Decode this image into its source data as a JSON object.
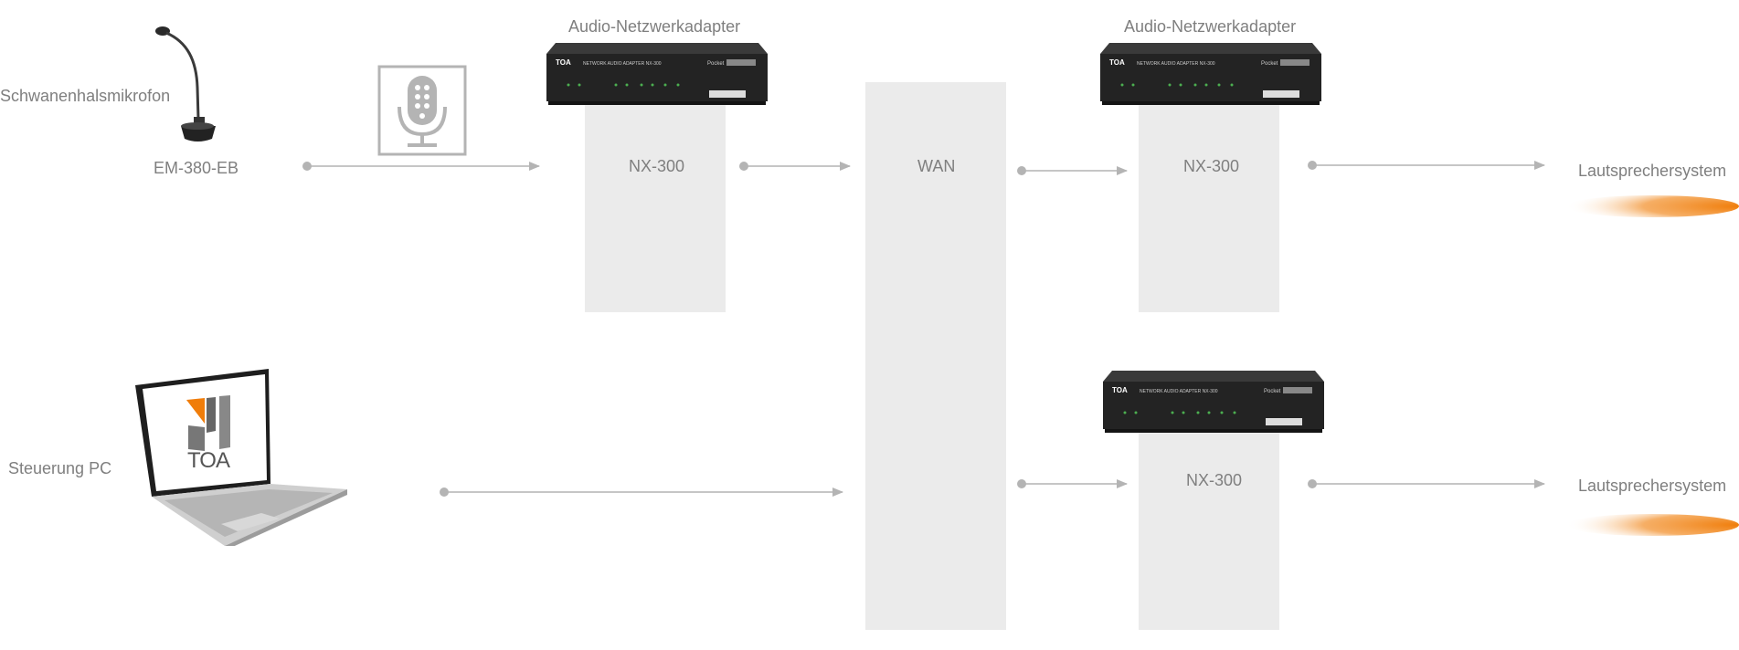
{
  "labels": {
    "mic_title": "Schwanenhalsmikrofon",
    "mic_model": "EM-380-EB",
    "adapter_title_1": "Audio-Netzwerkadapter",
    "adapter_title_2": "Audio-Netzwerkadapter",
    "nx_1": "NX-300",
    "nx_2": "NX-300",
    "nx_3": "NX-300",
    "wan": "WAN",
    "pc": "Steuerung PC",
    "speaker_1": "Lautsprechersystem",
    "speaker_2": "Lautsprechersystem"
  },
  "device": {
    "brand": "TOA",
    "front_text": "NETWORK AUDIO ADAPTER NX-300",
    "series": "Pocket"
  },
  "colors": {
    "line": "#b4b4b4",
    "column": "#ebebeb",
    "text": "#7f7f7f",
    "accent": "#f07d0a",
    "device_body": "#232323",
    "led": "#4caf50"
  },
  "icons": {
    "mic_symbol": "microphone-icon",
    "gooseneck": "gooseneck-microphone",
    "laptop": "laptop-icon",
    "speaker_wave": "speaker-wave-icon"
  }
}
